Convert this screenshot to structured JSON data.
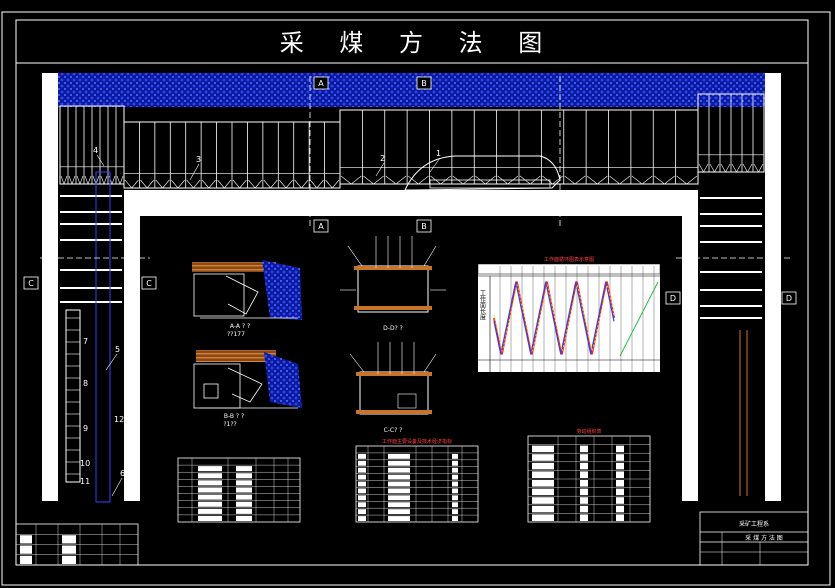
{
  "title": "采 煤 方 法 图",
  "colors": {
    "background": "#000000",
    "line": "#ffffff",
    "coal": "#1a2fd8",
    "roof": "#c8742a",
    "graph_red": "#ff2020",
    "graph_blue": "#3040ff",
    "graph_yellow": "#ffe000",
    "graph_green": "#20c040"
  },
  "section_markers": {
    "a": "A",
    "b": "B",
    "c": "C",
    "d": "D"
  },
  "callouts": {
    "n1": "1",
    "n2": "2",
    "n3": "3",
    "n4": "4",
    "n5": "5",
    "n6": "6",
    "n7": "7",
    "n8": "8",
    "n9": "9",
    "n10": "10",
    "n11": "11",
    "n12": "12"
  },
  "section_views": {
    "aa_caption": "A-A ? ?",
    "aa_sub": "??177",
    "bb_caption": "B-B ? ?",
    "bb_sub": "?1??",
    "dd_caption": "D-D? ?",
    "cc_caption": "C-C? ?"
  },
  "graph": {
    "title": "工作面循环图表示意图",
    "side_label": "工作面长度"
  },
  "tables": {
    "left_caption": "",
    "mid_caption": "工作面主要设备及技术经济指标",
    "right_caption": "劳动组织表"
  },
  "title_block": {
    "company": "采矿工程系",
    "drawing_name": "采 煤 方 法 图"
  }
}
